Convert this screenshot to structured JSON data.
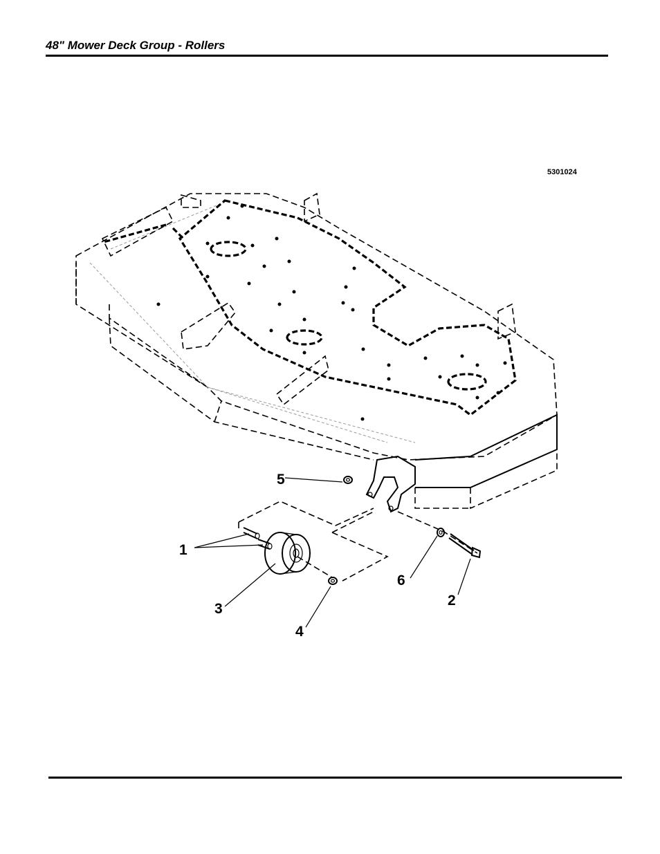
{
  "header": {
    "title": "48\" Mower Deck Group - Rollers"
  },
  "diagram": {
    "drawing_number": "5301024",
    "callouts": [
      "1",
      "2",
      "3",
      "4",
      "5",
      "6"
    ]
  }
}
